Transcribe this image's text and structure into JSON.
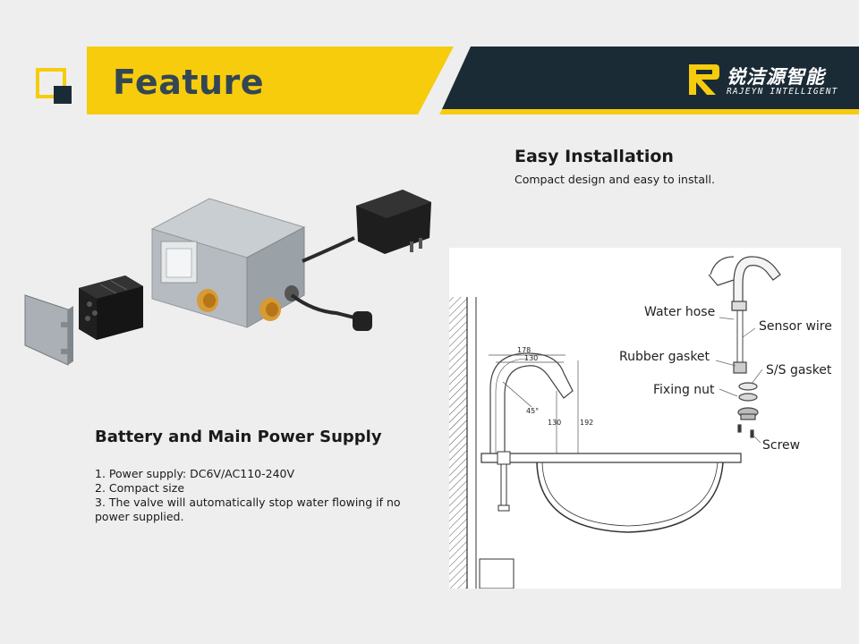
{
  "header": {
    "title": "Feature",
    "brand_cn": "锐洁源智能",
    "brand_en": "RAJEYN INTELLIGENT",
    "colors": {
      "yellow": "#f6cc0d",
      "navy": "#1b2b36",
      "title": "#334653"
    },
    "icons": [
      "square-outline-icon",
      "logo-mark-icon"
    ]
  },
  "installation": {
    "heading": "Easy Installation",
    "description": "Compact design and easy to install.",
    "diagram": {
      "labels": {
        "water_hose": "Water hose",
        "sensor_wire": "Sensor wire",
        "rubber_gasket": "Rubber gasket",
        "ss_gasket": "S/S gasket",
        "fixing_nut": "Fixing nut",
        "screw": "Screw"
      },
      "dimensions": {
        "width_outer": "178",
        "width_inner": "130",
        "angle": "45°",
        "height_body": "130",
        "height_total": "192"
      }
    }
  },
  "battery": {
    "heading": "Battery and Main Power Supply",
    "items": [
      "1. Power supply: DC6V/AC110-240V",
      "2. Compact size",
      "3. The valve will automatically stop water flowing if no power supplied."
    ]
  }
}
